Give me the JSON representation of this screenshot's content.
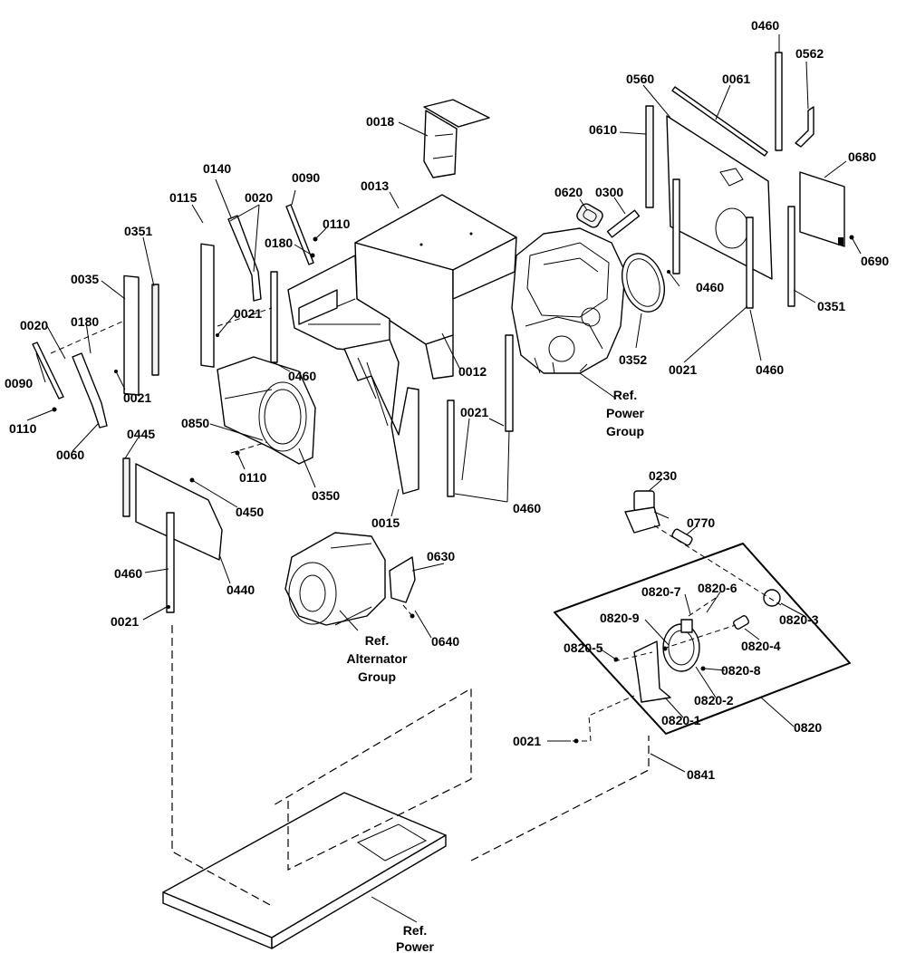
{
  "labels": {
    "p0460_a": "0460",
    "p0562": "0562",
    "p0061": "0061",
    "p0560": "0560",
    "p0610": "0610",
    "p0680": "0680",
    "p0018": "0018",
    "p0620": "0620",
    "p0300": "0300",
    "p0690": "0690",
    "p0140": "0140",
    "p0090_a": "0090",
    "p0013": "0013",
    "p0115": "0115",
    "p0020_a": "0020",
    "p0110_a": "0110",
    "p0351_a": "0351",
    "p0180_a": "0180",
    "p0460_b": "0460",
    "p0351_b": "0351",
    "p0035": "0035",
    "p0021_a": "0021",
    "p0352": "0352",
    "p0021_b": "0021",
    "p0460_c": "0460",
    "p0020_b": "0020",
    "p0180_b": "0180",
    "p0460_d": "0460",
    "p0012": "0012",
    "p0090_b": "0090",
    "p0021_c": "0021",
    "p0110_b": "0110",
    "p0021_d": "0021",
    "p0850": "0850",
    "p0060": "0060",
    "p0445": "0445",
    "p0110_c": "0110",
    "p0350": "0350",
    "p0460_e": "0460",
    "p0450": "0450",
    "p0015": "0015",
    "p0230": "0230",
    "p0770": "0770",
    "p0630": "0630",
    "p0460_f": "0460",
    "p0440": "0440",
    "p0820_7": "0820-7",
    "p0820_6": "0820-6",
    "p0021_e": "0021",
    "p0820_9": "0820-9",
    "p0820_3": "0820-3",
    "p0640": "0640",
    "p0820_4": "0820-4",
    "p0820_5": "0820-5",
    "p0820_8": "0820-8",
    "p0820_2": "0820-2",
    "p0820_1": "0820-1",
    "p0820": "0820",
    "p0021_f": "0021",
    "p0841": "0841"
  },
  "refs": {
    "power_group": [
      "Ref.",
      "Power",
      "Group"
    ],
    "alternator_group": [
      "Ref.",
      "Alternator",
      "Group"
    ],
    "power_base": [
      "Ref.",
      "Power"
    ]
  }
}
